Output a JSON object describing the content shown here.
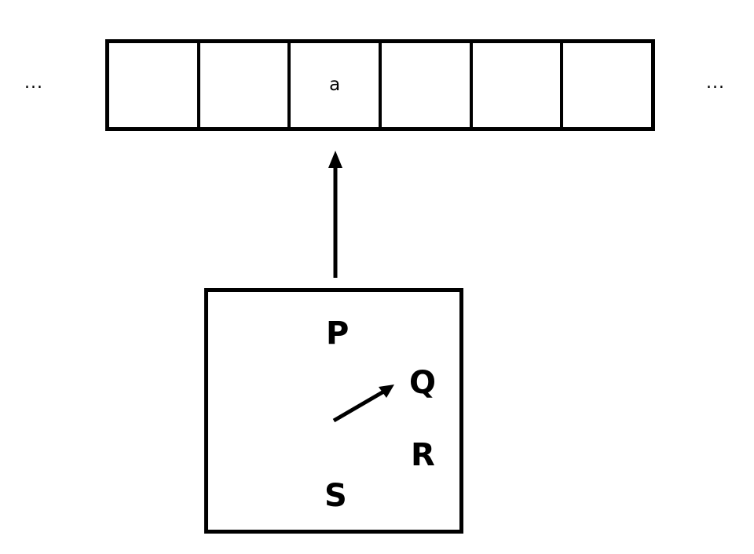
{
  "diagram": {
    "title": "turing-machine-tape-and-control-unit",
    "background_color": "#ffffff",
    "stroke_color": "#000000"
  },
  "tape": {
    "name": "machine-tape",
    "cell_count": 6,
    "cells": [
      {
        "index": 0,
        "symbol": ""
      },
      {
        "index": 1,
        "symbol": ""
      },
      {
        "index": 2,
        "symbol": "a"
      },
      {
        "index": 3,
        "symbol": ""
      },
      {
        "index": 4,
        "symbol": ""
      },
      {
        "index": 5,
        "symbol": ""
      }
    ],
    "ellipsis_left": "...",
    "ellipsis_right": "..."
  },
  "head": {
    "name": "read-write-head-arrow",
    "direction": "up",
    "points_to_cell_index": 2,
    "description": "vertical arrow from control unit to tape cell"
  },
  "control_unit": {
    "name": "control-unit-box",
    "states": [
      {
        "id": "P",
        "label": "P"
      },
      {
        "id": "Q",
        "label": "Q"
      },
      {
        "id": "R",
        "label": "R"
      },
      {
        "id": "S",
        "label": "S"
      }
    ],
    "transition": {
      "name": "state-transition-arrow",
      "to_state": "Q",
      "direction": "up-right"
    }
  }
}
